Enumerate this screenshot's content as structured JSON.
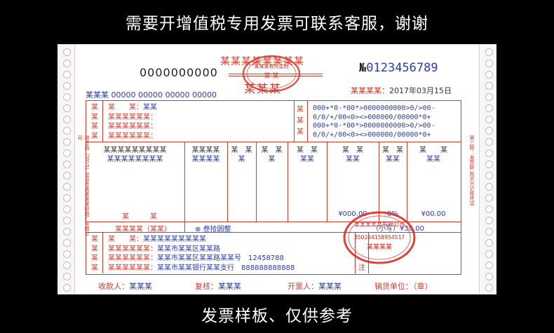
{
  "banner_top": "需要开增值税专用发票可联系客服，谢谢",
  "banner_bottom": "发票样板、仅供参考",
  "invoice": {
    "number": "0000000000",
    "title": "某某某某某某某某",
    "subtitle": "某某某",
    "serial_symbol": "№",
    "serial_value": "0123456789",
    "date_label": "某某某某：",
    "date_value": "2017年03月15日",
    "code_label": "某某某",
    "code_value": "00000 00000 00000 00000",
    "buyer": {
      "side_chars": [
        "某",
        "某",
        "某",
        "某"
      ],
      "labels": [
        "某　　某：",
        "某某某某某某：",
        "某某某某某某：",
        "某某某某某某："
      ],
      "values": [
        "某某",
        "",
        "",
        ""
      ]
    },
    "cipher_side": [
      "某",
      "某",
      "某"
    ],
    "cipher_lines": [
      "000+*0-*00*>0000000000>0/>00-",
      "0/0/+/00<0><>000000/00000*0+",
      "000+*0-*00*>0000000000>0/>00-",
      "0/0/+/00<0><>000000/00000*0+"
    ],
    "columns": [
      {
        "header": "某某某某某某某某某",
        "value": "某某某某某某某某"
      },
      {
        "header": "某某某某",
        "value": "某某某某"
      },
      {
        "header": "某　某",
        "value": "某"
      },
      {
        "header": "某　某",
        "value": "某"
      },
      {
        "header": "某　某",
        "value": "某某"
      },
      {
        "header": "某　某",
        "value": "某某"
      },
      {
        "header": "某　某",
        "value": "某某"
      },
      {
        "header": "某　　某",
        "value": "某某"
      }
    ],
    "total_label": "某　　　某",
    "total_amount": "¥000.00",
    "total_rate": "0%",
    "total_tax": "¥00.00",
    "sum_label": "某某某某（某某）",
    "sum_words": "⊗ 叁拾圆整",
    "sum_small": "（小写）¥30.00",
    "seller": {
      "side_chars": [
        "某",
        "某",
        "某",
        "某"
      ],
      "labels": [
        "某　　某：",
        "某某某某某某：",
        "某某某某某某：",
        "某某某某某某："
      ],
      "values": [
        "某某某某某某某某某",
        "某某市某某区某某路",
        "某某市某某区某某路某某号　12458788",
        "某某市某某银行某某支行　888888888888"
      ]
    },
    "note_label": "注",
    "footer": {
      "payee_label": "收款人：",
      "payee": "某某某",
      "review_label": "复核：",
      "review": "某某某",
      "issuer_label": "开票人：",
      "issuer": "某某某",
      "seller_label": "销货单位：",
      "seller": "（章）"
    },
    "left_side_text": "税总函〔2015〕888号某某某某印刷厂有限公司",
    "right_side_text": "第三联：发票联 购买方记账凭证",
    "stamp_top": "某某某税务监制章",
    "stamp_bottom": "某某某某某有限公司",
    "stamp_id": "350204158954517",
    "stamp_label": "某某某某"
  },
  "colors": {
    "red": "#d33a2c",
    "blue": "#2b3bb0"
  }
}
